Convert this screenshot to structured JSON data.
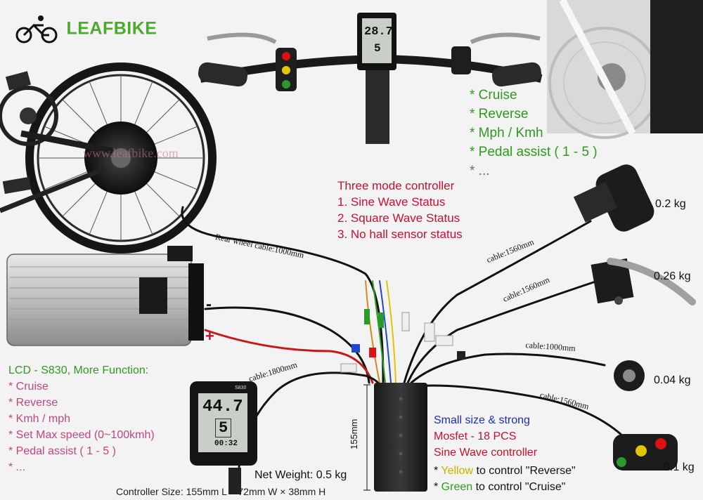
{
  "brand": {
    "name": "LEAFBIKE",
    "watermark": "www.leafbike.com"
  },
  "features_top": [
    "* Cruise",
    "* Reverse",
    "* Mph / Kmh",
    "* Pedal assist ( 1 - 5 )",
    "* ..."
  ],
  "controller_modes": {
    "title": "Three mode controller",
    "items": [
      "1. Sine Wave Status",
      "2. Square Wave Status",
      "3. No hall sensor status"
    ]
  },
  "cables": {
    "rear_wheel": "Rear wheel cable:1000mm",
    "throttle": "cable:1560mm",
    "brake": "cable:1560mm",
    "pas": "cable:1000mm",
    "switch": "cable:1560mm",
    "lcd": "cable:1800mm"
  },
  "weights": {
    "throttle": "0.2 kg",
    "brake": "0.26 kg",
    "pas": "0.04 kg",
    "switch": "0.1 kg"
  },
  "battery": {
    "minus": "-",
    "plus": "+"
  },
  "lcd": {
    "title": "LCD - S830, More Function:",
    "items": [
      "* Cruise",
      "* Reverse",
      "* Kmh / mph",
      "* Set Max speed (0~100kmh)",
      "* Pedal assist ( 1 - 5 )",
      "* ..."
    ],
    "speed": "44.7",
    "level": "5",
    "odo": "00:32",
    "brand": "S830"
  },
  "top_lcd": {
    "speed": "28.7",
    "level": "5"
  },
  "controller": {
    "height_dim": "155mm",
    "size_line": "Controller Size: 155mm L × 72mm W × 38mm H",
    "weight": "Net Weight: 0.5 kg",
    "small": "Small size & strong",
    "mosfet": "Mosfet - 18 PCS",
    "sine": "Sine Wave controller",
    "yellow_word": "Yellow",
    "yellow_rest": " to control \"Reverse\"",
    "green_word": "Green",
    "green_rest": " to control \"Cruise\"",
    "bullet": "* "
  },
  "colors": {
    "green": "#2e9a1e",
    "pink": "#c0477e",
    "red": "#c8102e",
    "blue": "#1b2fae",
    "yellow": "#e3c400"
  }
}
